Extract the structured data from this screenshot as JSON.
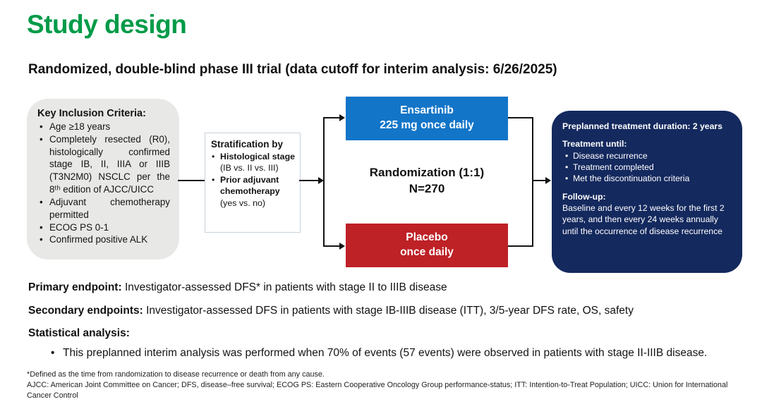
{
  "slide": {
    "title": "Study design",
    "subtitle": "Randomized, double-blind phase III trial (data cutoff for interim analysis: 6/26/2025)"
  },
  "diagram": {
    "inclusion": {
      "heading": "Key Inclusion Criteria:",
      "items": [
        "Age ≥18 years",
        "Completely resected (R0), histologically confirmed stage IB, II, IIIA or IIIB (T3N2M0) NSCLC per the 8ᵗʰ edition of AJCC/UICC",
        "Adjuvant chemotherapy permitted",
        "ECOG PS 0-1",
        "Confirmed positive ALK"
      ]
    },
    "stratification": {
      "heading": "Stratification by",
      "items": [
        {
          "lead": "Histological stage",
          "rest": " (IB vs. II vs. III)"
        },
        {
          "lead": "Prior adjuvant chemotherapy",
          "rest": " (yes vs. no)"
        }
      ]
    },
    "arm_top": {
      "line1": "Ensartinib",
      "line2": "225 mg once daily"
    },
    "randomization": {
      "line1": "Randomization (1:1)",
      "line2": "N=270"
    },
    "arm_bottom": {
      "line1": "Placebo",
      "line2": "once daily"
    },
    "treatment_panel": {
      "duration": "Preplanned treatment duration: 2 years",
      "until_heading": "Treatment until:",
      "until_items": [
        "Disease recurrence",
        "Treatment completed",
        "Met the discontinuation criteria"
      ],
      "followup_heading": "Follow-up:",
      "followup_text": "Baseline and every 12 weeks for the first 2 years, and then every 24 weeks annually until the occurrence of disease recurrence"
    }
  },
  "endpoints": {
    "primary_label": "Primary endpoint:",
    "primary_text": " Investigator-assessed DFS* in patients with stage II to IIIB disease",
    "secondary_label": "Secondary endpoints:",
    "secondary_text": " Investigator-assessed DFS in patients with stage IB-IIIB disease (ITT), 3/5-year DFS rate, OS, safety",
    "statistical_label": "Statistical analysis:",
    "statistical_bullet": "This preplanned interim analysis was performed when 70% of events (57 events) were observed in patients with stage II-IIIB disease."
  },
  "footnotes": {
    "line1": "*Defined as the time from randomization to disease recurrence or death from any cause.",
    "line2": "AJCC: American Joint Committee on Cancer; DFS, disease–free survival; ECOG PS: Eastern Cooperative Oncology Group performance-status; ITT: Intention-to-Treat Population; UICC: Union for International Cancer Control"
  },
  "colors": {
    "title_green": "#009B48",
    "arm_blue": "#1375C8",
    "arm_red": "#BE2126",
    "panel_navy": "#14295E",
    "panel_gray": "#E8E8E6"
  }
}
